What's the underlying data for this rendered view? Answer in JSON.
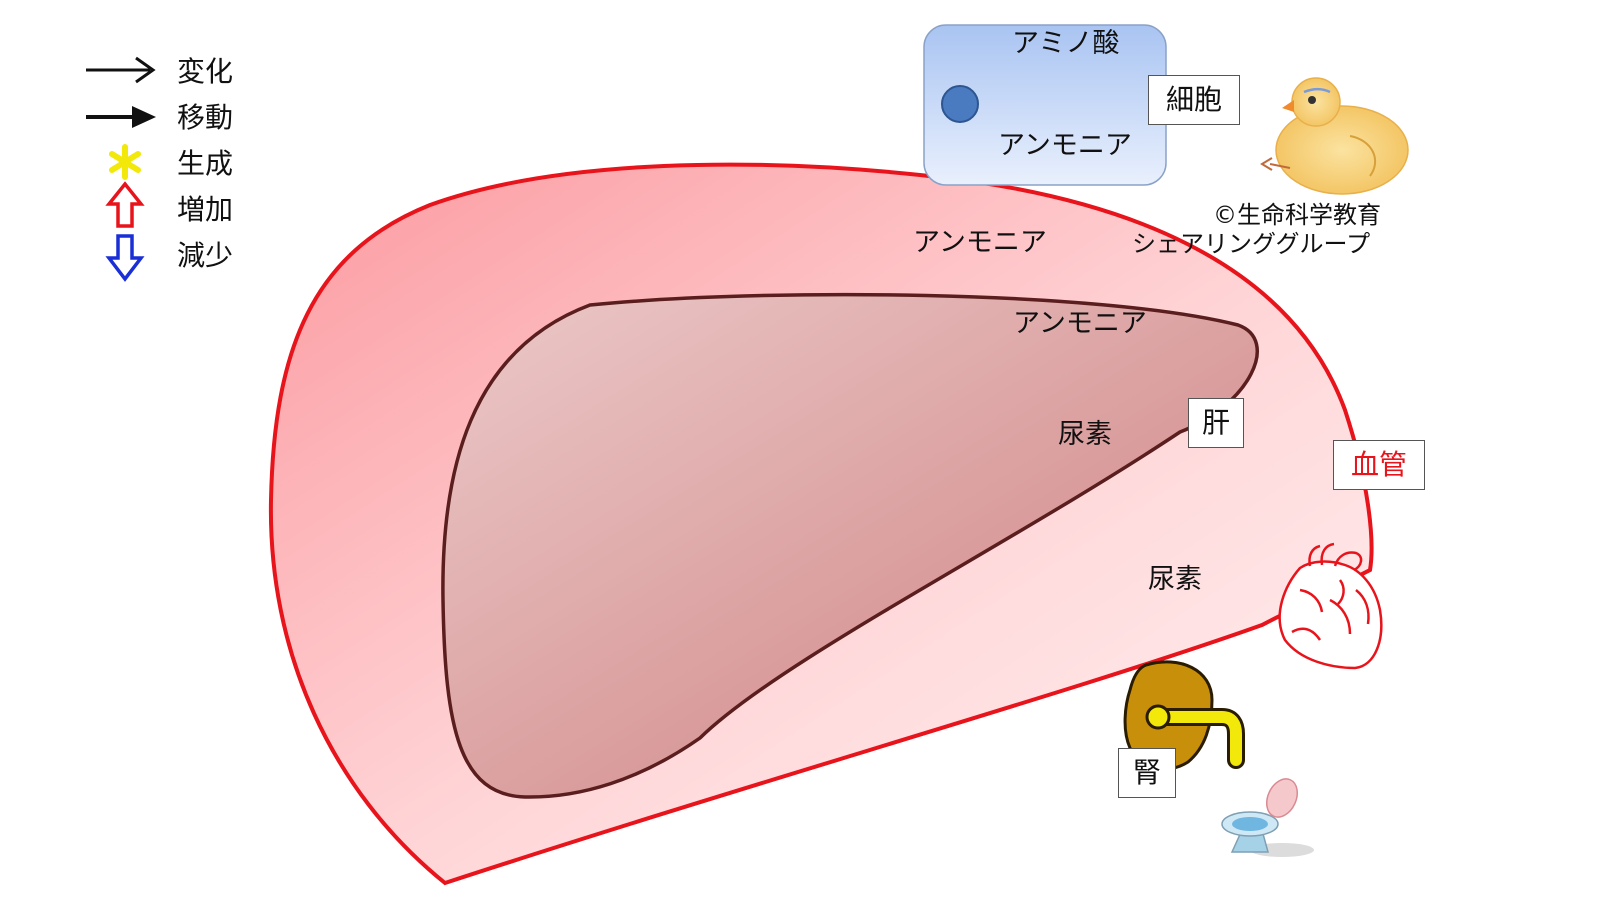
{
  "legend": [
    {
      "icon": "arrow-thin-icon",
      "label": "変化"
    },
    {
      "icon": "arrow-bold-icon",
      "label": "移動"
    },
    {
      "icon": "asterisk-icon",
      "label": "生成"
    },
    {
      "icon": "up-arrow-outline-icon",
      "label": "増加"
    },
    {
      "icon": "down-arrow-outline-icon",
      "label": "減少"
    }
  ],
  "cell": {
    "amino_acid": "アミノ酸",
    "ammonia": "アンモニア",
    "label": "細胞"
  },
  "blood": {
    "ammonia": "アンモニア",
    "urea": "尿素",
    "label": "血管"
  },
  "liver": {
    "ammonia": "アンモニア",
    "urea": "尿素",
    "label": "肝"
  },
  "kidney": {
    "label": "腎"
  },
  "copyright": {
    "line1": "©生命科学教育",
    "line2": "シェアリンググループ"
  },
  "colors": {
    "blood_outline": "#e8141c",
    "liver_outline": "#5a1e1e",
    "cell_fill_top": "#a9c4f2",
    "kidney": "#c8900a",
    "ureter": "#f2e80a",
    "increase": "#e8141c",
    "decrease": "#1a2fd6",
    "generate": "#f2e80a"
  },
  "icons": [
    "heart-icon",
    "chick-icon",
    "toilet-icon",
    "kidney-icon",
    "nucleus-icon"
  ]
}
